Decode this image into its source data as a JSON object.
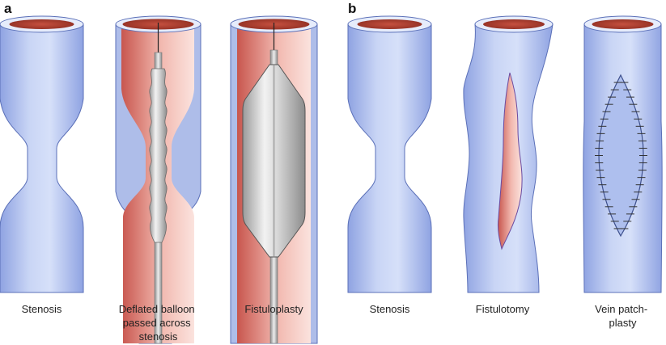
{
  "colors": {
    "vessel_fill": "#c6d2f3",
    "vessel_edge": "#5b70b8",
    "vessel_dark": "#8ea2e0",
    "lumen_red": "#d46e65",
    "lumen_light": "#f6cfc8",
    "balloon_gray": "#bdbdbd",
    "catheter": "#9a9a9a",
    "suture": "#333333"
  },
  "panels": {
    "a": {
      "letter": "a",
      "items": [
        {
          "caption": [
            "Stenosis"
          ]
        },
        {
          "caption": [
            "Deflated balloon",
            "passed across",
            "stenosis"
          ]
        },
        {
          "caption": [
            "Fistuloplasty"
          ]
        }
      ]
    },
    "b": {
      "letter": "b",
      "items": [
        {
          "caption": [
            "Stenosis"
          ]
        },
        {
          "caption": [
            "Fistulotomy"
          ]
        },
        {
          "caption": [
            "Vein patch-",
            "plasty"
          ]
        }
      ]
    }
  }
}
